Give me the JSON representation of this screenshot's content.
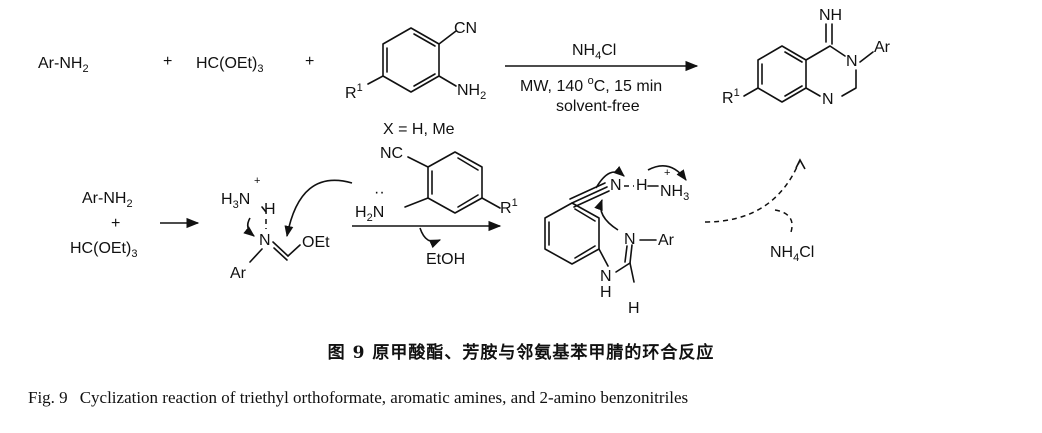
{
  "top_reaction": {
    "reagent1": "Ar-NH",
    "reagent1_sub": "2",
    "plus": "+",
    "reagent2_pre": "HC(OEt)",
    "reagent2_sub": "3",
    "substituent_R": "R",
    "substituent_R_sup": "1",
    "cn_label": "CN",
    "nh2_label": "NH",
    "nh2_sub": "2",
    "condition_catalyst_pre": "NH",
    "condition_catalyst_sub": "4",
    "condition_catalyst_post": "Cl",
    "condition_line2_pre": "MW, 140 ",
    "condition_line2_sup": "o",
    "condition_line2_post": "C, 15 min",
    "condition_line3": "solvent-free",
    "x_note": "X = H, Me",
    "product_imine": "NH",
    "product_n_ar": "N",
    "product_ar": "Ar",
    "product_n_ring": "N"
  },
  "mechanism": {
    "start1": "Ar-NH",
    "start1_sub": "2",
    "start_plus": "+",
    "start2_pre": "HC(OEt)",
    "start2_sub": "3",
    "h3n_pre": "H",
    "h3n_sub": "3",
    "h3n_post": "N",
    "h3n_charge": "+",
    "int_h": "H",
    "int_n": "N",
    "int_ar": "Ar",
    "int_oet": "OEt",
    "nc_label": "NC",
    "h2n_pre": "H",
    "h2n_sub": "2",
    "h2n_post": "N",
    "lone_pair": "··",
    "r_label": "R",
    "r_sup": "1",
    "etoh": "EtOH",
    "amidine_n_top": "N",
    "amidine_h": "H",
    "amidine_nh3_pre": "NH",
    "amidine_nh3_sub": "3",
    "amidine_charge": "+",
    "amidine_n_ar": "N",
    "amidine_ar": "Ar",
    "amidine_nh_n": "N",
    "amidine_nh_h": "H",
    "amidine_ch_h": "H",
    "byproduct_pre": "NH",
    "byproduct_sub": "4",
    "byproduct_post": "Cl"
  },
  "caption": {
    "zh": "图 9   原甲酸酯、芳胺与邻氨基苯甲腈的环合反应",
    "en_fig": "Fig. 9",
    "en_text": "Cyclization reaction of triethyl orthoformate, aromatic amines, and 2-amino benzonitriles"
  }
}
